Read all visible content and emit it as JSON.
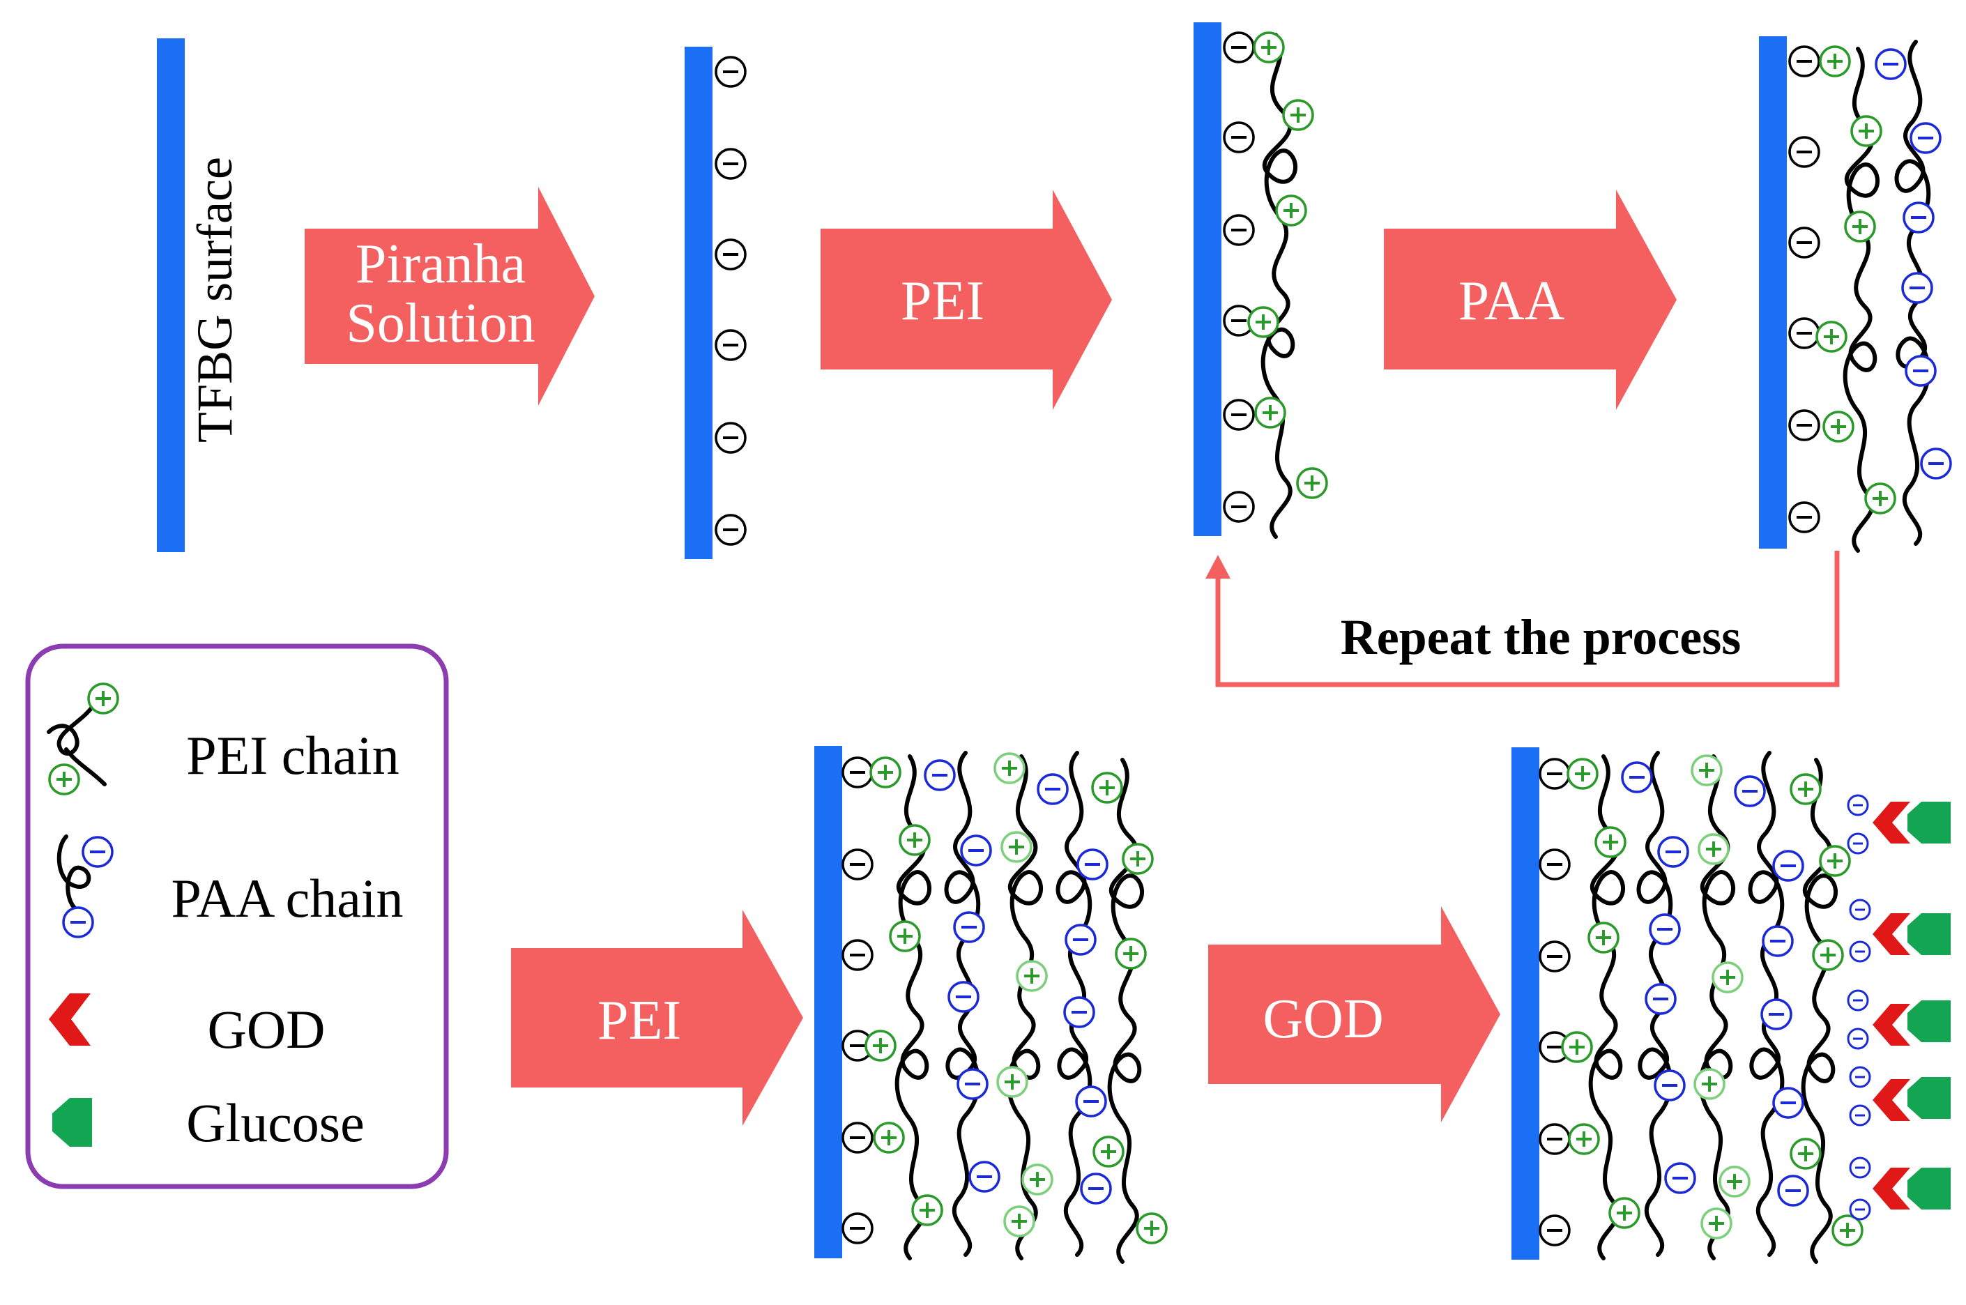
{
  "colors": {
    "surface": "#1a6ff5",
    "arrow": "#f46060",
    "arrow_text": "#ffffff",
    "chain": "#000000",
    "plus": "#2a9a2a",
    "plus_light": "#7cd07c",
    "minus_blue": "#1a2ad8",
    "minus_black": "#000000",
    "god": "#e01818",
    "glucose": "#13a552",
    "legend_border": "#8a3cb0",
    "repeat_line": "#f46060"
  },
  "labels": {
    "tfbg": "TFBG surface",
    "arrow1_line1": "Piranha",
    "arrow1_line2": "Solution",
    "arrow2": "PEI",
    "arrow3": "PAA",
    "repeat": "Repeat the process",
    "arrow4": "PEI",
    "arrow5": "GOD"
  },
  "legend": {
    "pei_chain": "PEI chain",
    "paa_chain": "PAA chain",
    "god": "GOD",
    "glucose": "Glucose",
    "pei_icon": "pei-chain-icon",
    "paa_icon": "paa-chain-icon",
    "god_icon": "god-chevron-icon",
    "glucose_icon": "glucose-pentagon-icon"
  }
}
